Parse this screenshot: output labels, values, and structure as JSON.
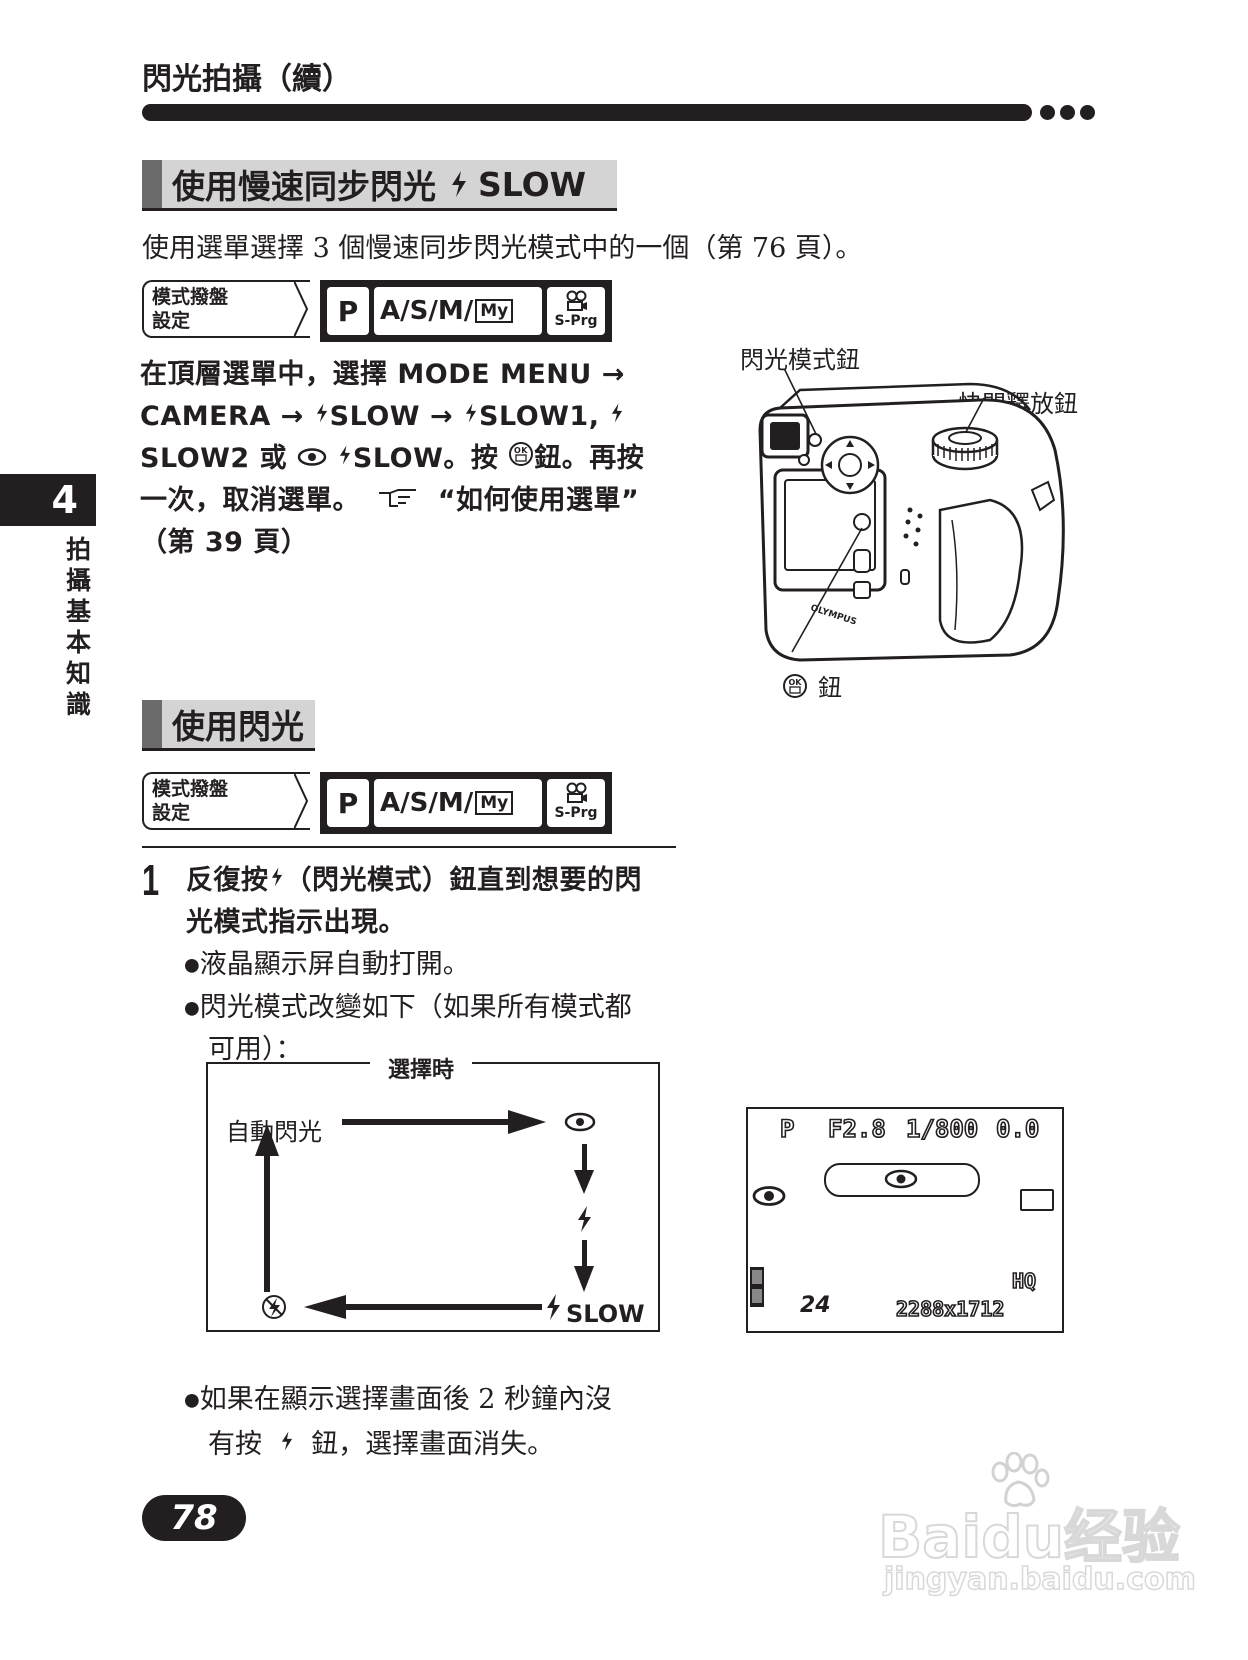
{
  "header": {
    "running_title": "閃光拍攝（續）"
  },
  "section1": {
    "heading": "使用慢速同步閃光",
    "heading_suffix": "SLOW",
    "intro": "使用選單選擇 3 個慢速同步閃光模式中的一個（第 76 頁）。",
    "mode_dial": {
      "label_line1": "模式撥盤",
      "label_line2": "設定",
      "mode_p": "P",
      "mode_asm": "A/S/M/",
      "mode_my": "My",
      "mode_sprg": "S-Prg"
    },
    "instructions": {
      "line1": "在頂層選單中，選擇 MODE MENU →",
      "line2_a": "CAMERA →",
      "line2_b": "SLOW →",
      "line2_c": "SLOW1,",
      "line3_a": "SLOW2 或",
      "line3_b": "SLOW。按",
      "line3_c": "鈕。再按",
      "line4_a": "一次，取消選單。",
      "line4_b": "“如何使用選單”",
      "line5": "（第 39 頁）"
    },
    "camera_labels": {
      "flash_mode_button": "閃光模式鈕",
      "shutter_button": "快門釋放鈕",
      "ok_button": "鈕"
    }
  },
  "section2": {
    "heading": "使用閃光",
    "mode_dial": {
      "label_line1": "模式撥盤",
      "label_line2": "設定",
      "mode_p": "P",
      "mode_asm": "A/S/M/",
      "mode_my": "My",
      "mode_sprg": "S-Prg"
    },
    "step": {
      "number": "1",
      "line1_a": "反復按",
      "line1_b": "（閃光模式）鈕直到想要的閃",
      "line2": "光模式指示出現。",
      "bullet1": "液晶顯示屏自動打開。",
      "bullet2_line1": "閃光模式改變如下（如果所有模式都",
      "bullet2_line2": "可用）：",
      "bullet3_line1": "如果在顯示選擇畫面後 2 秒鐘內沒",
      "bullet3_line2_a": "有按",
      "bullet3_line2_b": "鈕，選擇畫面消失。"
    },
    "flow_diagram": {
      "caption": "選擇時",
      "auto_flash": "自動閃光",
      "slow": "SLOW"
    },
    "lcd": {
      "mode": "P",
      "aperture": "F2.8",
      "shutter": "1/800",
      "exposure_comp": "0.0",
      "quality": "HQ",
      "shots_remaining": "24",
      "resolution": "2288x1712"
    }
  },
  "side_tab": {
    "chapter_number": "4",
    "chapter_title": "拍攝基本知識"
  },
  "footer": {
    "page_number": "78"
  },
  "watermark": {
    "brand": "Baidu经验",
    "url": "jingyan.baidu.com"
  }
}
